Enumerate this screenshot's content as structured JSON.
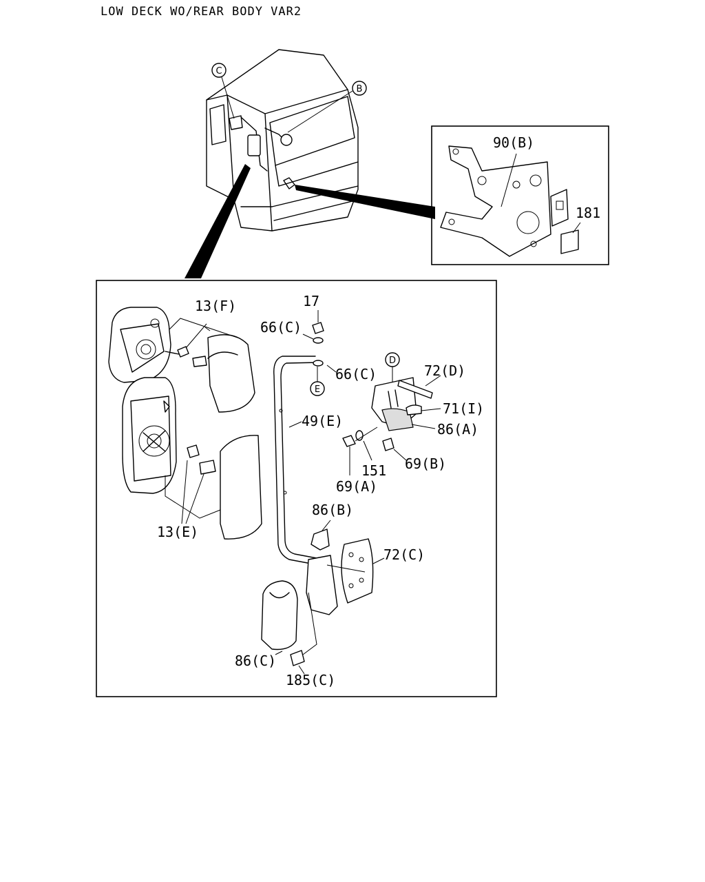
{
  "title": "LOW DECK WO/REAR BODY VAR2",
  "view_markers": {
    "c": "C",
    "b": "B",
    "d": "D",
    "e": "E"
  },
  "labels": {
    "p90b": "90(B)",
    "p181": "181",
    "p13f": "13(F)",
    "p17": "17",
    "p66c_top": "66(C)",
    "p66c_bottom": "66(C)",
    "p72d": "72(D)",
    "p71i": "71(I)",
    "p86a": "86(A)",
    "p49e": "49(E)",
    "p151": "151",
    "p69b": "69(B)",
    "p69a": "69(A)",
    "p13e": "13(E)",
    "p86b": "86(B)",
    "p72c": "72(C)",
    "p86c": "86(C)",
    "p185c": "185(C)"
  }
}
